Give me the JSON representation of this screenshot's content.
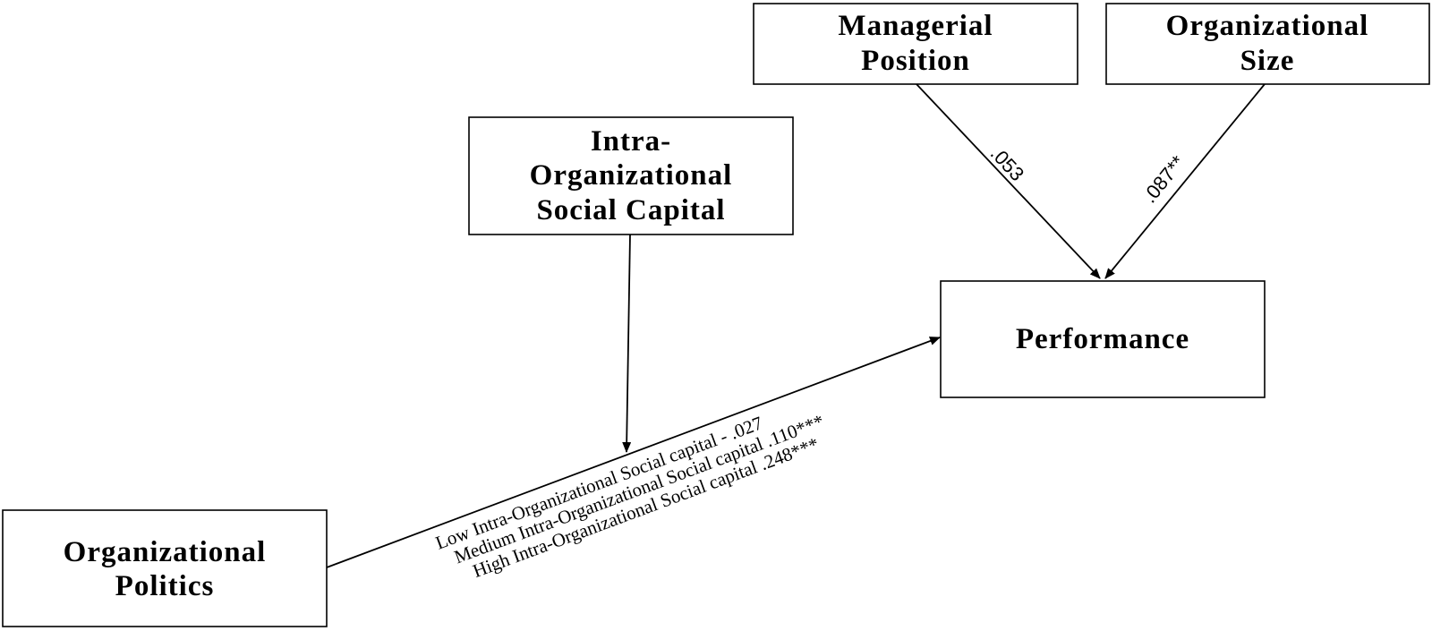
{
  "nodes": {
    "managerial_position": {
      "lines": [
        "Managerial",
        "Position"
      ]
    },
    "organizational_size": {
      "lines": [
        "Organizational",
        "Size"
      ]
    },
    "social_capital": {
      "lines": [
        "Intra-",
        "Organizational",
        "Social Capital"
      ]
    },
    "performance": {
      "lines": [
        "Performance"
      ]
    },
    "organizational_politics": {
      "lines": [
        "Organizational",
        "Politics"
      ]
    }
  },
  "edges": {
    "managerial_to_performance": {
      "coefficient": ".053"
    },
    "size_to_performance": {
      "coefficient": ".087**"
    },
    "politics_to_performance": {
      "conditional_effects": [
        "Low Intra-Organizational Social capital - .027",
        "Medium Intra-Organizational Social capital .110***",
        "High Intra-Organizational Social capital .248***"
      ]
    }
  }
}
